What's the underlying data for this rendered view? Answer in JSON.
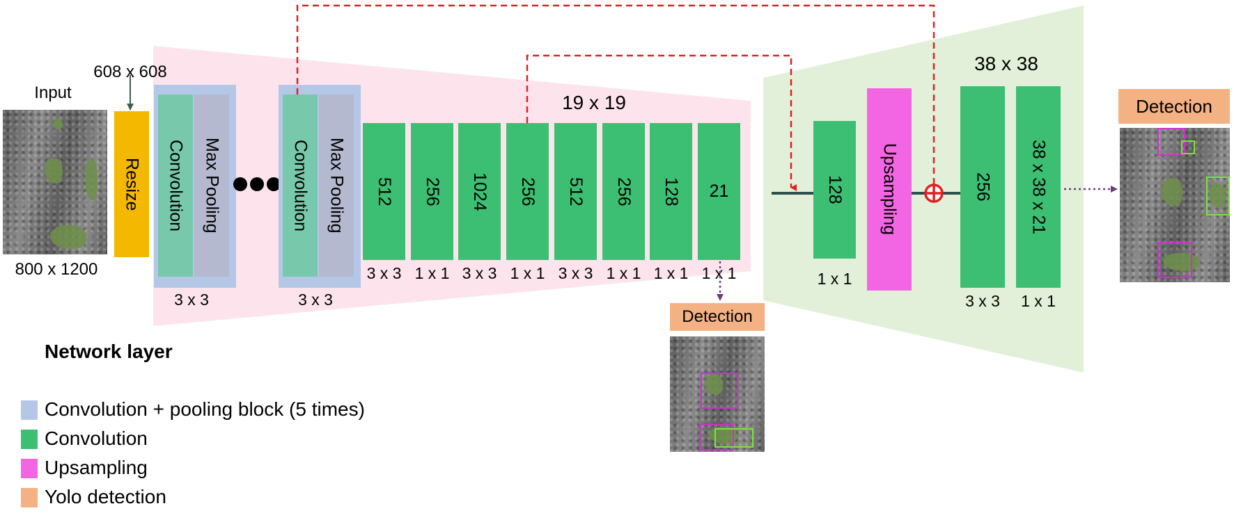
{
  "input": {
    "label": "Input",
    "size_in": "608 x 608",
    "size_orig": "800 x 1200"
  },
  "resize": {
    "label": "Resize"
  },
  "conv_blocks": [
    {
      "conv": "Convolution",
      "pool": "Max Pooling",
      "kernel": "3 x 3"
    },
    {
      "conv": "Convolution",
      "pool": "Max Pooling",
      "kernel": "3 x 3"
    }
  ],
  "scale1": {
    "grid": "19 x 19",
    "layers": [
      {
        "filters": "512",
        "kernel": "3 x 3"
      },
      {
        "filters": "256",
        "kernel": "1 x 1"
      },
      {
        "filters": "1024",
        "kernel": "3 x 3"
      },
      {
        "filters": "256",
        "kernel": "1 x 1"
      },
      {
        "filters": "512",
        "kernel": "3 x 3"
      },
      {
        "filters": "256",
        "kernel": "1 x 1"
      },
      {
        "filters": "128",
        "kernel": "1 x 1"
      },
      {
        "filters": "21",
        "kernel": "1 x 1"
      }
    ],
    "detection": "Detection"
  },
  "scale2": {
    "grid": "38 x 38",
    "conv_in": {
      "filters": "128",
      "kernel": "1 x 1"
    },
    "upsampling": "Upsampling",
    "layers": [
      {
        "filters": "256",
        "kernel": "3 x 3"
      },
      {
        "filters": "38 x 38 x 21",
        "kernel": "1 x 1"
      }
    ],
    "detection": "Detection"
  },
  "legend": {
    "title": "Network layer",
    "items": [
      {
        "label": "Convolution + pooling block (5 times)",
        "color": "#b4c7e7"
      },
      {
        "label": "Convolution",
        "color": "#3dbf73"
      },
      {
        "label": "Upsampling",
        "color": "#f266e3"
      },
      {
        "label": "Yolo detection",
        "color": "#f4b183"
      }
    ]
  },
  "colors": {
    "trunk_bg": "#fde4ec",
    "neck_bg": "#e2f0d9",
    "conv": "#3dbf73",
    "block_bg": "#b4c7e7",
    "block_conv": "#78c9ab",
    "block_pool": "#b5b9cf",
    "resize": "#f5b800",
    "skip": "#e02020",
    "det_arrow": "#6a3d7a",
    "bbox_magenta": "#d02fd0",
    "bbox_green": "#7be33a"
  }
}
